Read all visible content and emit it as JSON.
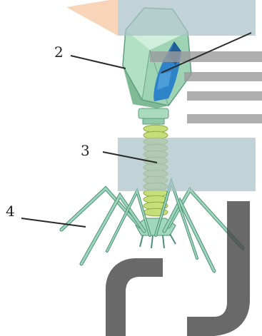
{
  "labels": {
    "head": "2",
    "tail": "3",
    "tail_fiber": "4"
  },
  "colors": {
    "capsid_light": "#b7e3c8",
    "capsid_mid": "#8fcaa8",
    "capsid_dark": "#5f9e7f",
    "dna": "#2f84c9",
    "dna_dark": "#1e5f96",
    "sheath": "#c5de7a",
    "sheath_dark": "#8fac43",
    "fiber": "#7fc4a7",
    "fiber_dark": "#4f8f74",
    "leader": "#2a2a2a",
    "overlay_box": "#a9c2c6",
    "overlay_bar": "#9b9b9b",
    "watermark_letter": "#444444",
    "watermark_orange": "#f6c9a6"
  },
  "icons": {
    "watermark": "cj-watermark-logo"
  }
}
